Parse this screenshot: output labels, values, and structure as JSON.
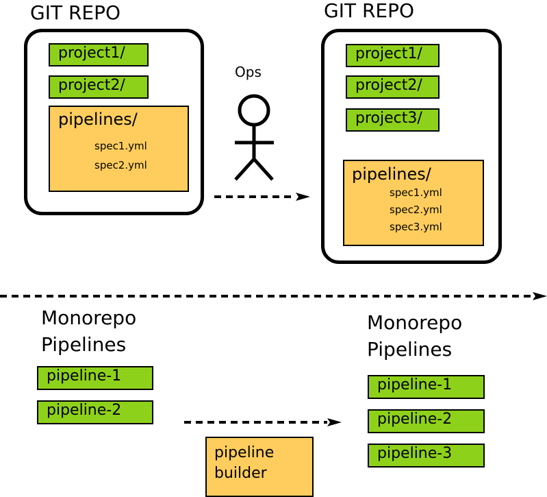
{
  "left_repo": {
    "title": "GIT REPO",
    "folders": [
      "project1/",
      "project2/"
    ],
    "pipelines": {
      "label": "pipelines/",
      "specs": [
        "spec1.yml",
        "spec2.yml"
      ]
    }
  },
  "right_repo": {
    "title": "GIT REPO",
    "folders": [
      "project1/",
      "project2/",
      "project3/"
    ],
    "pipelines": {
      "label": "pipelines/",
      "specs": [
        "spec1.yml",
        "spec2.yml",
        "spec3.yml"
      ]
    }
  },
  "actor": {
    "label": "Ops"
  },
  "left_monorepo": {
    "title_line1": "Monorepo",
    "title_line2": "Pipelines",
    "items": [
      "pipeline-1",
      "pipeline-2"
    ]
  },
  "right_monorepo": {
    "title_line1": "Monorepo",
    "title_line2": "Pipelines",
    "items": [
      "pipeline-1",
      "pipeline-2",
      "pipeline-3"
    ]
  },
  "builder": {
    "line1": "pipeline",
    "line2": "builder"
  },
  "colors": {
    "project": "#8ed11a",
    "pipelines": "#ffcd5d",
    "stroke": "#000000"
  }
}
